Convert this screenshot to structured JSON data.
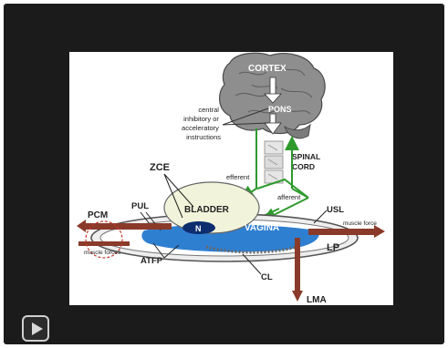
{
  "player": {
    "play_label": "play",
    "icons": {
      "play": "play-icon"
    },
    "colors": {
      "background": "#1b1b1b",
      "slide": "#ffffff",
      "pelvic_floor": "#2f7fd1",
      "muscle_force": "#8a3a2a",
      "nerve": "#2e9a2e"
    }
  },
  "diagram": {
    "cortex": "CORTEX",
    "pons": "PONS",
    "instructions": [
      "central",
      "inhibitory or",
      "acceleratory",
      "instructions"
    ],
    "spinal_cord": [
      "SPINAL",
      "CORD"
    ],
    "efferent_left": "efferent",
    "efferent_right": "afferent",
    "zce": "ZCE",
    "bladder": "BLADDER",
    "n": "N",
    "pul": "PUL",
    "pcm": "PCM",
    "vagina": "VAGINA",
    "usl": "USL",
    "muscle_force_right": "muscle force",
    "muscle_forces_left": "muscle forces",
    "lp": "LP",
    "atfp": "ATFP",
    "cl": "CL",
    "lma": "LMA"
  }
}
